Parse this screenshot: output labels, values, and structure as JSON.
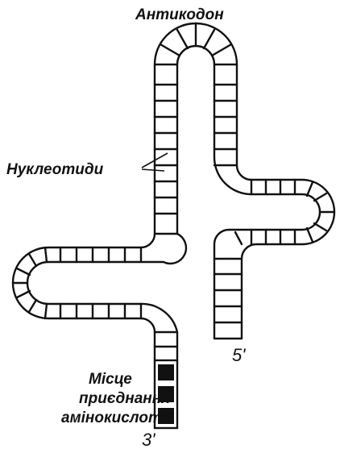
{
  "diagram": {
    "labels": {
      "anticodon": "Антикодон",
      "nucleotides": "Нуклеотиди",
      "amino_site_line1": "Місце",
      "amino_site_line2": "приєднання",
      "amino_site_line3": "амінокислот",
      "end_5": "5'",
      "end_3": "3'"
    },
    "colors": {
      "stroke": "#111111",
      "background": "#ffffff",
      "attachment_cell": "#111111"
    }
  }
}
